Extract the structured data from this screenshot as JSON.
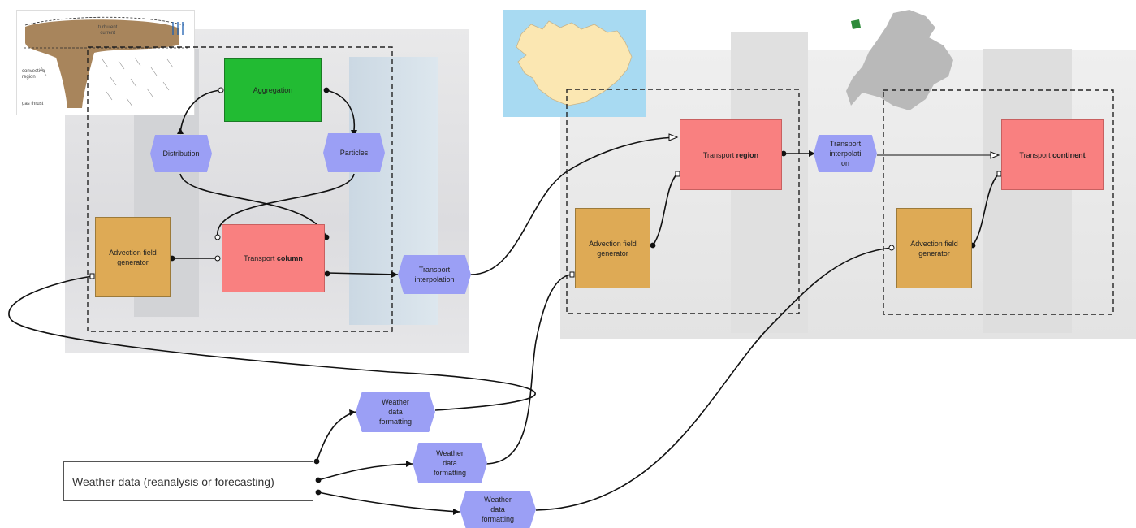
{
  "left_module": {
    "aggregation": "Aggregation",
    "distribution": "Distribution",
    "particles": "Particles",
    "advection_generator": "Advection field\ngenerator",
    "transport_prefix": "Transport ",
    "transport_bold": "column",
    "transport_interpolation": "Transport\ninterpolation"
  },
  "middle_module": {
    "transport_prefix": "Transport ",
    "transport_bold": "region",
    "advection_generator": "Advection field\ngenerator",
    "transport_interpolation": "Transport\ninterpolati\non"
  },
  "right_module": {
    "transport_prefix": "Transport ",
    "transport_bold": "continent",
    "advection_generator": "Advection field\ngenerator"
  },
  "weather": {
    "source": "Weather data (reanalysis or forecasting)",
    "formatting": [
      "Weather\ndata\nformatting",
      "Weather\ndata\nformatting",
      "Weather\ndata\nformatting"
    ]
  },
  "plume_diagram": {
    "labels": [
      "turbulent\ncurrent",
      "convective\nregion",
      "gas thrust"
    ]
  },
  "colors": {
    "aggregation": "#22bb33",
    "transport": "#f98080",
    "advection": "#deaa55",
    "hexagon": "#9b9ff5",
    "iceland_sea": "#a8daf2",
    "iceland_land": "#fbe7b2"
  }
}
